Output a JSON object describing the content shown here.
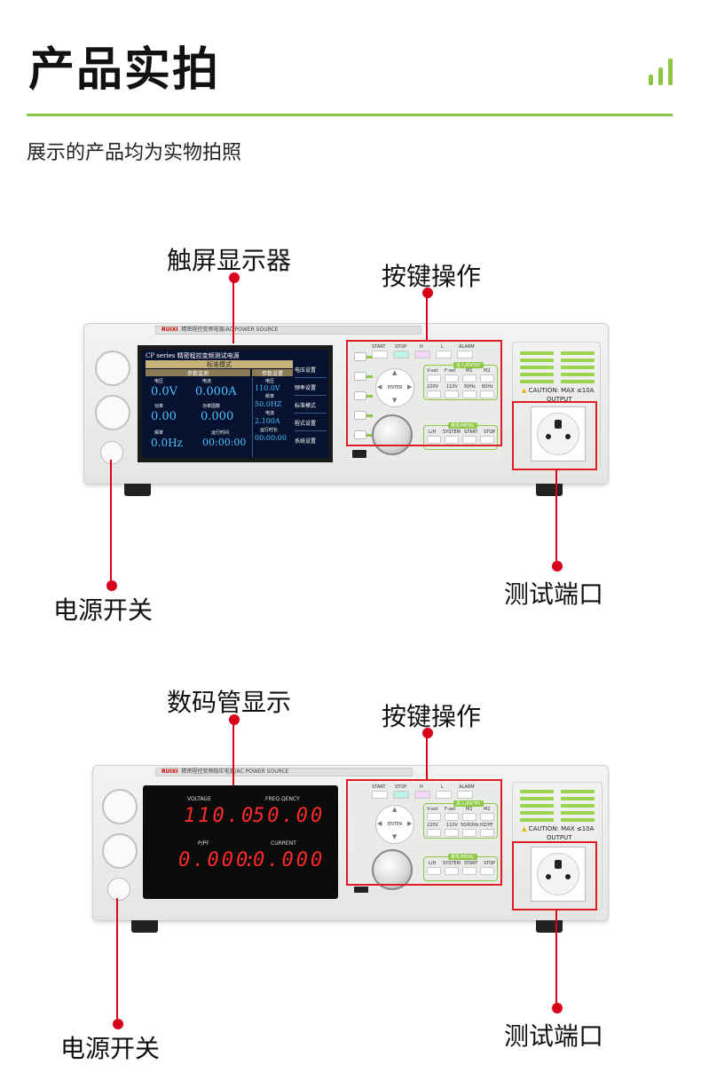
{
  "header": {
    "title": "产品实拍",
    "subtitle": "展示的产品均为实物拍照"
  },
  "accent_color": "#8dc63f",
  "callout_color": "#d9001b",
  "product1": {
    "callouts": {
      "screen": "触屏显示器",
      "keys": "按键操作",
      "power": "电源开关",
      "port": "测试端口"
    },
    "brand": "RUIXI",
    "model_text": "精密程控变频电源/AC POWER SOURCE",
    "lcd": {
      "header": "CP series 精密程控变频测试电源",
      "mode": "标准模式",
      "monitor_title": "参数监测",
      "settings_title": "参数设置",
      "rows": [
        {
          "l1": "电压",
          "v1": "0.0V",
          "l2": "电流",
          "v2": "0.000A"
        },
        {
          "l1": "功率",
          "v1": "0.00",
          "l2": "功率因数",
          "v2": "0.000"
        },
        {
          "l1": "频率",
          "v1": "0.0Hz",
          "l2": "运行时间",
          "v2": "00:00:00"
        }
      ],
      "set_items": [
        {
          "label": "电压",
          "value": "110.0V"
        },
        {
          "label": "频率",
          "value": "50.0HZ"
        },
        {
          "label": "电流",
          "value": "2.100A"
        },
        {
          "label": "运行时长",
          "value": "00:00:00"
        }
      ],
      "side_buttons": [
        "电压设置",
        "频率设置",
        "标准模式",
        "程式设置",
        "系统设置"
      ]
    },
    "keys": {
      "top": [
        "START",
        "STOP",
        "H",
        "L",
        "ALARM"
      ],
      "entry_title": "进入/ENTRY",
      "entry_row1": [
        "V-set",
        "F-set",
        "M1",
        "M2"
      ],
      "entry_row2": [
        "220V",
        "110V",
        "50Hz",
        "60Hz"
      ],
      "menu_title": "菜单/MENU",
      "menu_row": [
        "L/H",
        "SYSTEM",
        "START",
        "STOP"
      ],
      "center": "ENTER"
    },
    "caution": "CAUTION: MAX ≤10A",
    "output": "OUTPUT"
  },
  "product2": {
    "callouts": {
      "screen": "数码管显示",
      "keys": "按键操作",
      "power": "电源开关",
      "port": "测试端口"
    },
    "brand": "RUIXI",
    "model_text": "精密程控变频稳压电源/AC POWER SOURCE",
    "led": {
      "labels": [
        "VOLTAGE",
        "FREQ.QENCY",
        "P/PF",
        "CURRENT"
      ],
      "voltage": "110.0",
      "frequency": "50.00",
      "power": "0.000",
      "current": "0.000"
    },
    "keys": {
      "top": [
        "START",
        "STOP",
        "H",
        "L",
        "ALARM"
      ],
      "entry_title": "进入/ENTRY",
      "entry_row1": [
        "V-set",
        "F-set",
        "M1",
        "M2"
      ],
      "entry_row2": [
        "220V",
        "110V",
        "50/60Hz",
        "HZ/PF"
      ],
      "menu_title": "菜单/MENU",
      "menu_row": [
        "L/H",
        "SYSTEM",
        "START",
        "STOP"
      ],
      "center": "ENTER"
    },
    "caution": "CAUTION: MAX ≤10A",
    "output": "OUTPUT"
  }
}
